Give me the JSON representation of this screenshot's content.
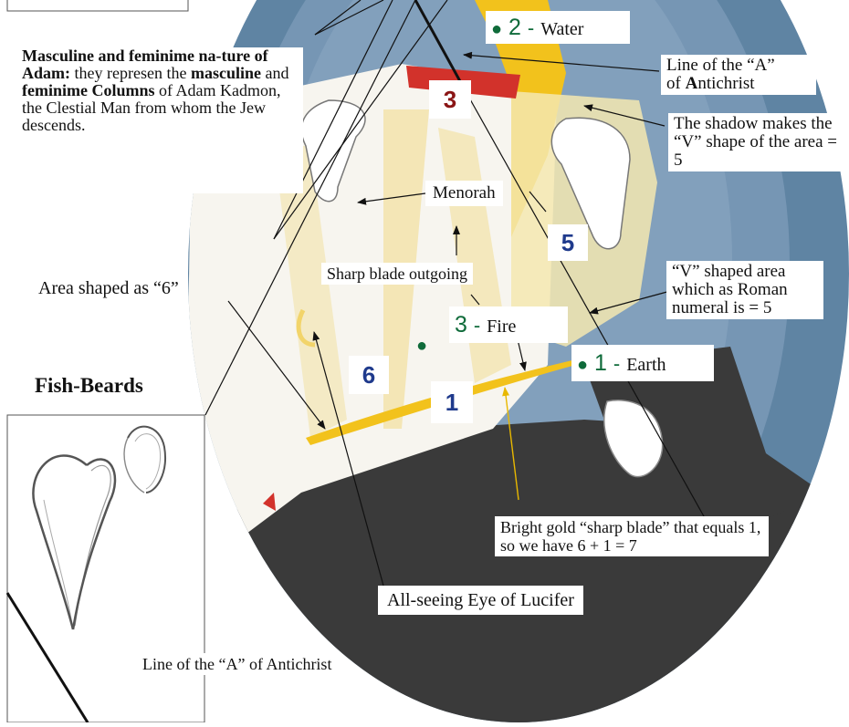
{
  "colors": {
    "oval_outer": "#5f84a3",
    "oval_inner": "#7696b4",
    "robe_white": "#f7f5ef",
    "gold": "#f2c21c",
    "pale_gold": "#f2e2a8",
    "sash_red": "#d2322b",
    "hair_dark": "#3a3a3a",
    "number_blue": "#1f3a8c",
    "number_red": "#8a1515",
    "element_green": "#0f6b3a",
    "arrow_gold": "#e8b800"
  },
  "callouts": {
    "adam_nature": {
      "head": "Masculine and feminime na-ture of Adam:",
      "t1": " they represen the ",
      "b1": "masculine",
      "t2": " and ",
      "b2": "feminime Columns",
      "t3": " of Adam Kadmon, the Clestial Man from whom the Jew descends."
    },
    "antichrist_line_top": {
      "line1": "Line of the “A”",
      "line2_bold": "A",
      "line2_rest": "ntichrist",
      "line2_pre": "of "
    },
    "shadow_v": "The shadow makes the “V” shape of the area = 5",
    "menorah": "Menorah",
    "sharp_blade_outgoing": "Sharp blade outgoing",
    "area_six": "Area shaped as “6”",
    "v_area": "“V” shaped area which as Roman numeral is = 5",
    "fish_beards": "Fish-Beards",
    "gold_blade": "Bright gold “sharp blade”  that equals 1, so we have 6 + 1 = 7",
    "all_seeing_eye": "All-seeing Eye of Lucifer",
    "antichrist_line_bottom": "Line of the “A” of Antichrist"
  },
  "elements": [
    {
      "number": "2",
      "dash": "-",
      "name": "Water"
    },
    {
      "number": "3",
      "dash": "-",
      "name": "Fire"
    },
    {
      "number": "1",
      "dash": "-",
      "name": "Earth"
    }
  ],
  "numbers": {
    "three_red": "3",
    "five": "5",
    "six": "6",
    "one": "1"
  }
}
